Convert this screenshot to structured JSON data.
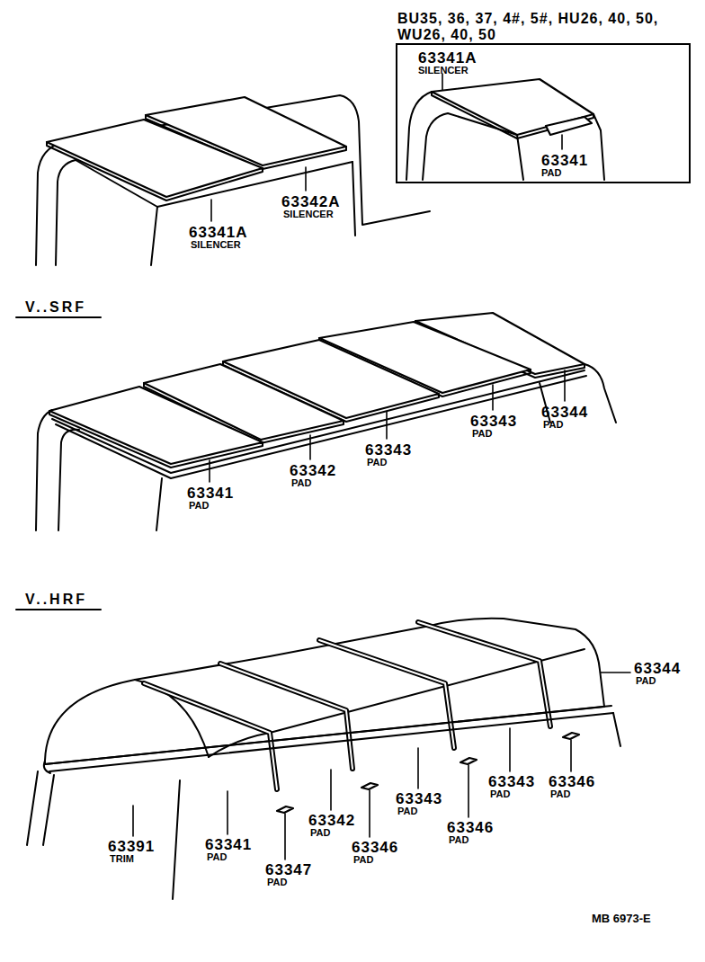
{
  "diagram": {
    "nodes": [
      {
        "text": [
          "BU35, 36, 37, 4#, 5#, HU26, 40, 50, WU26, 40, 50",
          "63341A",
          "SILENCER",
          "63341",
          "PAD"
        ]
      }
    ],
    "labels": [
      "63341A",
      "SILENCER",
      "63342A",
      "SILENCER",
      "V..SRF",
      "63341",
      "PAD",
      "63342",
      "PAD",
      "63343",
      "PAD",
      "63343",
      "PAD",
      "63344",
      "PAD",
      "V..HRF",
      "63344",
      "PAD",
      "63391",
      "TRIM",
      "63341",
      "PAD",
      "63342",
      "PAD",
      "63346",
      "PAD",
      "63347",
      "PAD",
      "63343",
      "PAD",
      "63346",
      "PAD",
      "63343",
      "PAD",
      "63346",
      "PAD",
      "MB 6973-E"
    ]
  }
}
